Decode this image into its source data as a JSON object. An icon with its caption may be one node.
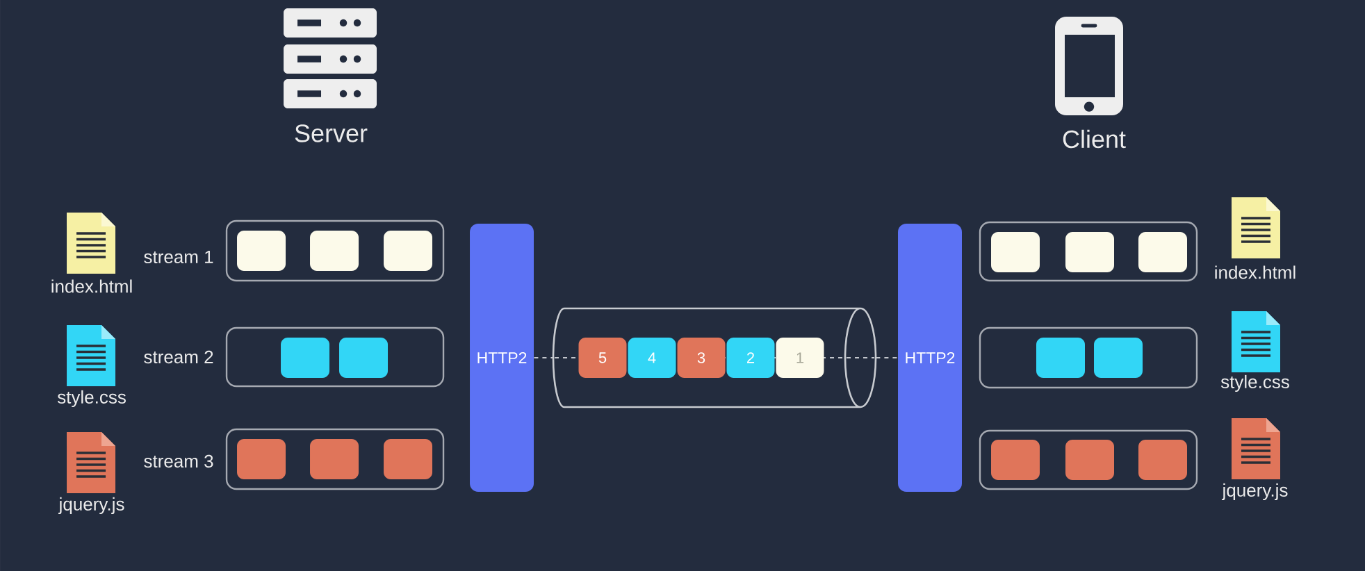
{
  "diagram": {
    "nodes": [
      {
        "text": [],
        "shape": "box",
        "beside": [
          "stream 1"
        ]
      },
      {
        "text": [],
        "shape": "box",
        "in": 0
      },
      {
        "text": [],
        "shape": "box",
        "in": 0
      },
      {
        "text": [],
        "shape": "box",
        "in": 0
      },
      {
        "text": [],
        "shape": "box",
        "beside": [
          "stream 2"
        ]
      },
      {
        "text": [],
        "shape": "box",
        "in": 4
      },
      {
        "text": [],
        "shape": "box",
        "in": 4
      },
      {
        "text": [],
        "shape": "box",
        "beside": [
          "stream 3"
        ]
      },
      {
        "text": [],
        "shape": "box",
        "in": 7
      },
      {
        "text": [],
        "shape": "box",
        "in": 7
      },
      {
        "text": [],
        "shape": "box",
        "in": 7
      },
      {
        "text": [
          "HTTP2"
        ]
      },
      {
        "text": [],
        "shape": "cylinder"
      },
      {
        "text": [
          "5"
        ],
        "in": 12
      },
      {
        "text": [
          "4"
        ],
        "in": 12
      },
      {
        "text": [
          "3"
        ],
        "in": 12
      },
      {
        "text": [
          "2"
        ],
        "in": 12
      },
      {
        "text": [
          "1"
        ],
        "in": 12
      },
      {
        "text": [
          "HTTP2"
        ]
      },
      {
        "text": [],
        "shape": "box"
      },
      {
        "text": [],
        "shape": "box",
        "in": 19
      },
      {
        "text": [],
        "shape": "box",
        "in": 19
      },
      {
        "text": [],
        "shape": "box",
        "in": 19
      },
      {
        "text": [],
        "shape": "box"
      },
      {
        "text": [],
        "shape": "box",
        "in": 23
      },
      {
        "text": [],
        "shape": "box",
        "in": 23
      },
      {
        "text": [],
        "shape": "box"
      },
      {
        "text": [],
        "shape": "box",
        "in": 26
      },
      {
        "text": [],
        "shape": "box",
        "in": 26
      },
      {
        "text": [],
        "shape": "box",
        "in": 26
      }
    ],
    "edges": [
      {
        "from": 11,
        "to": 12,
        "arrow": "none",
        "style": "dashed"
      },
      {
        "from": 12,
        "to": 18,
        "arrow": "none",
        "style": "dashed"
      }
    ],
    "labels": [
      "Server",
      "Client",
      "index.html",
      "index.html",
      "style.css",
      "style.css",
      "jquery.js",
      "jquery.js"
    ]
  }
}
